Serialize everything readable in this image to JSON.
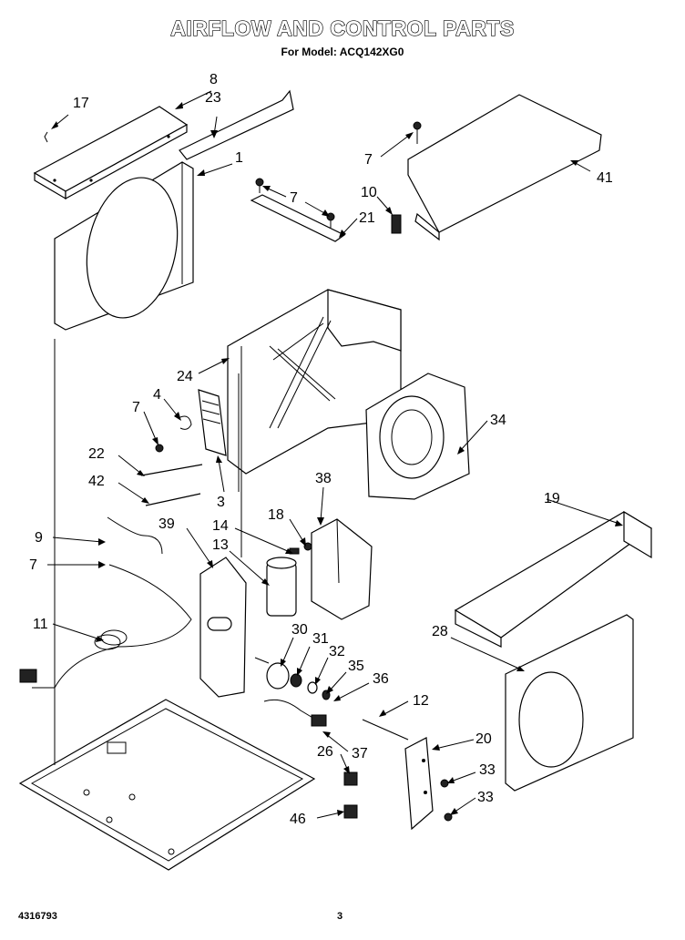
{
  "header": {
    "title": "AIRFLOW AND CONTROL PARTS",
    "subtitle": "For Model: ACQ142XG0"
  },
  "footer": {
    "doc_number": "4316793",
    "page_number": "3"
  },
  "callouts": {
    "c1": "1",
    "c3": "3",
    "c4": "4",
    "c7a": "7",
    "c7b": "7",
    "c7c": "7",
    "c7d": "7",
    "c8": "8",
    "c9": "9",
    "c10": "10",
    "c11": "11",
    "c12": "12",
    "c13": "13",
    "c14": "14",
    "c17": "17",
    "c18": "18",
    "c19": "19",
    "c20": "20",
    "c21": "21",
    "c22": "22",
    "c23": "23",
    "c24": "24",
    "c26": "26",
    "c28": "28",
    "c30": "30",
    "c31": "31",
    "c32": "32",
    "c33a": "33",
    "c33b": "33",
    "c34": "34",
    "c35": "35",
    "c36": "36",
    "c37": "37",
    "c38": "38",
    "c39": "39",
    "c41": "41",
    "c42": "42",
    "c46": "46"
  }
}
